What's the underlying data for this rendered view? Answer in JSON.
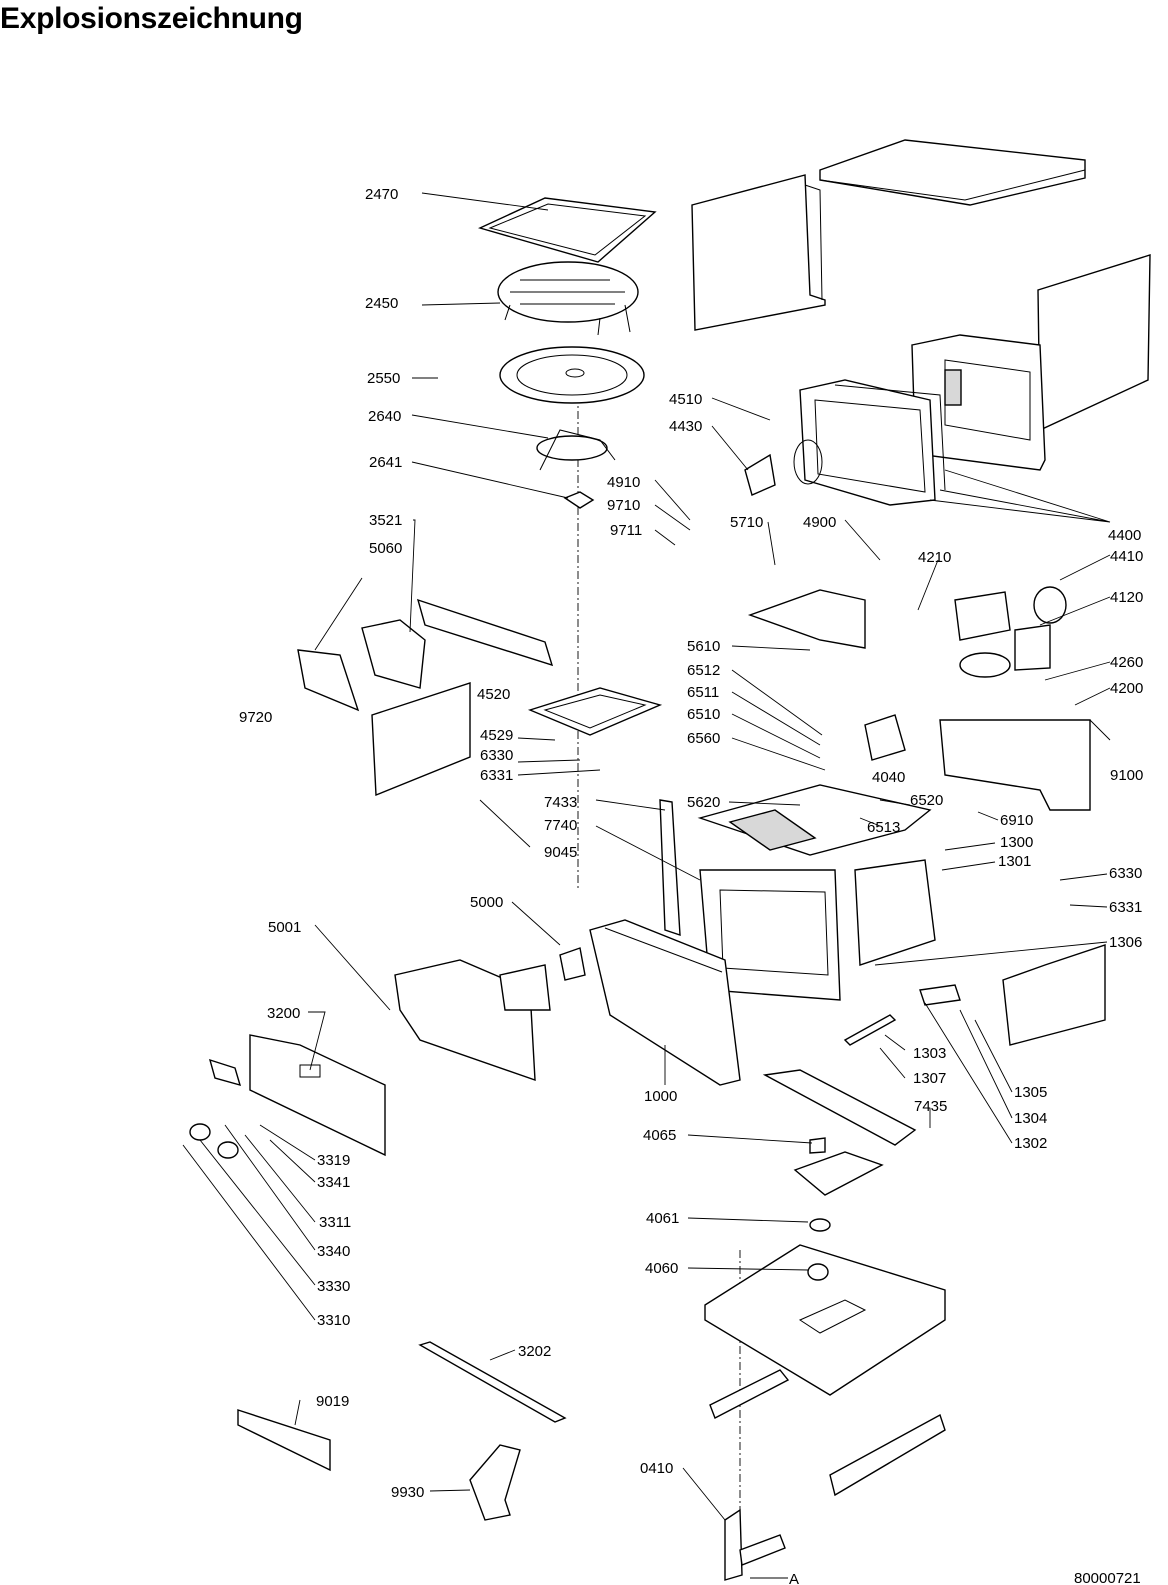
{
  "title": "Explosionszeichnung",
  "drawing_number": "80000721",
  "reference_marker": "A",
  "parts": [
    "2470",
    "2450",
    "2550",
    "2640",
    "2641",
    "3521",
    "5060",
    "9720",
    "4510",
    "4430",
    "4400",
    "4910",
    "9710",
    "9711",
    "5710",
    "4900",
    "4210",
    "4410",
    "4120",
    "4260",
    "4200",
    "9100",
    "4040",
    "6520",
    "6910",
    "6513",
    "5610",
    "6512",
    "6511",
    "6510",
    "6560",
    "5620",
    "4520",
    "4529",
    "6330",
    "6331",
    "7433",
    "7740",
    "9045",
    "1300",
    "1301",
    "6330",
    "6331",
    "1306",
    "5000",
    "5001",
    "3200",
    "1000",
    "1303",
    "1307",
    "1305",
    "1304",
    "1302",
    "7435",
    "4065",
    "4061",
    "4060",
    "3319",
    "3341",
    "3311",
    "3340",
    "3330",
    "3310",
    "3202",
    "9019",
    "9930",
    "0410"
  ]
}
